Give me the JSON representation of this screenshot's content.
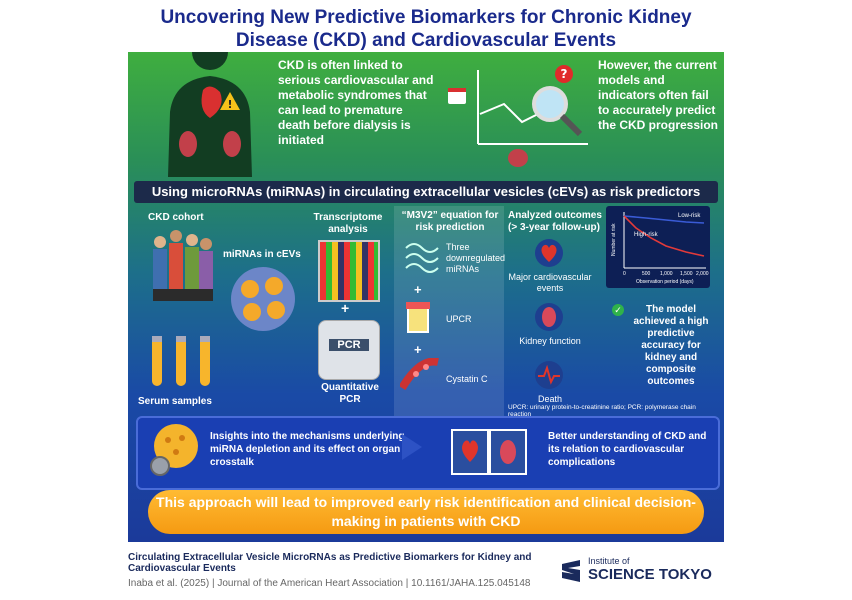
{
  "title": "Uncovering New Predictive Biomarkers for Chronic Kidney Disease (CKD) and Cardiovascular Events",
  "intro_left": "CKD is often linked to serious cardiovascular and metabolic syndromes that can lead to premature death before dialysis is initiated",
  "intro_right": "However, the current models and indicators often fail to accurately predict the CKD progression",
  "band": "Using microRNAs (miRNAs) in circulating extracellular vesicles (cEVs) as risk predictors",
  "cohort": {
    "cohort_label": "CKD cohort",
    "mirna_label": "miRNAs in cEVs",
    "serum_label": "Serum samples",
    "transcriptome_label": "Transcriptome analysis",
    "pcr_label": "Quantitative PCR",
    "pcr_device_text": "PCR"
  },
  "equation": {
    "title": "“M3V2” equation for risk prediction",
    "item1": "Three downregulated miRNAs",
    "item2": "UPCR",
    "item3": "Cystatin C",
    "plus": "+"
  },
  "outcomes": {
    "title": "Analyzed outcomes (> 3-year follow-up)",
    "o1": "Major cardiovascular events",
    "o2": "Kidney function",
    "o3": "Death",
    "chart_low": "Low-risk",
    "chart_high": "High-risk",
    "chart_xlabel": "Observation period (days)",
    "chart_ylabel": "Number at risk",
    "result": "The model achieved a high predictive accuracy for kidney and composite outcomes"
  },
  "abbrev": "UPCR: urinary protein-to-creatinine ratio; PCR: polymerase chain reaction",
  "insights": "Insights into the mechanisms underlying miRNA depletion and its effect on organ crosstalk",
  "understanding": "Better understanding of CKD and its relation to cardiovascular complications",
  "conclusion": "This approach will lead to improved early risk identification and clinical decision-making in patients with CKD",
  "citation_title": "Circulating Extracellular Vesicle MicroRNAs as Predictive Biomarkers for Kidney and Cardiovascular Events",
  "citation_ref": "Inaba et al. (2025) | Journal of the American Heart Association | 10.1161/JAHA.125.045148",
  "logo_small": "Institute of",
  "logo_big": "SCIENCE TOKYO",
  "chart_data": {
    "type": "line",
    "x_ticks": [
      "0",
      "500",
      "1,000",
      "1,500",
      "2,000"
    ],
    "series": [
      {
        "name": "Low-risk",
        "color": "#3a5bd6"
      },
      {
        "name": "High-risk",
        "color": "#e23a3a"
      }
    ]
  }
}
